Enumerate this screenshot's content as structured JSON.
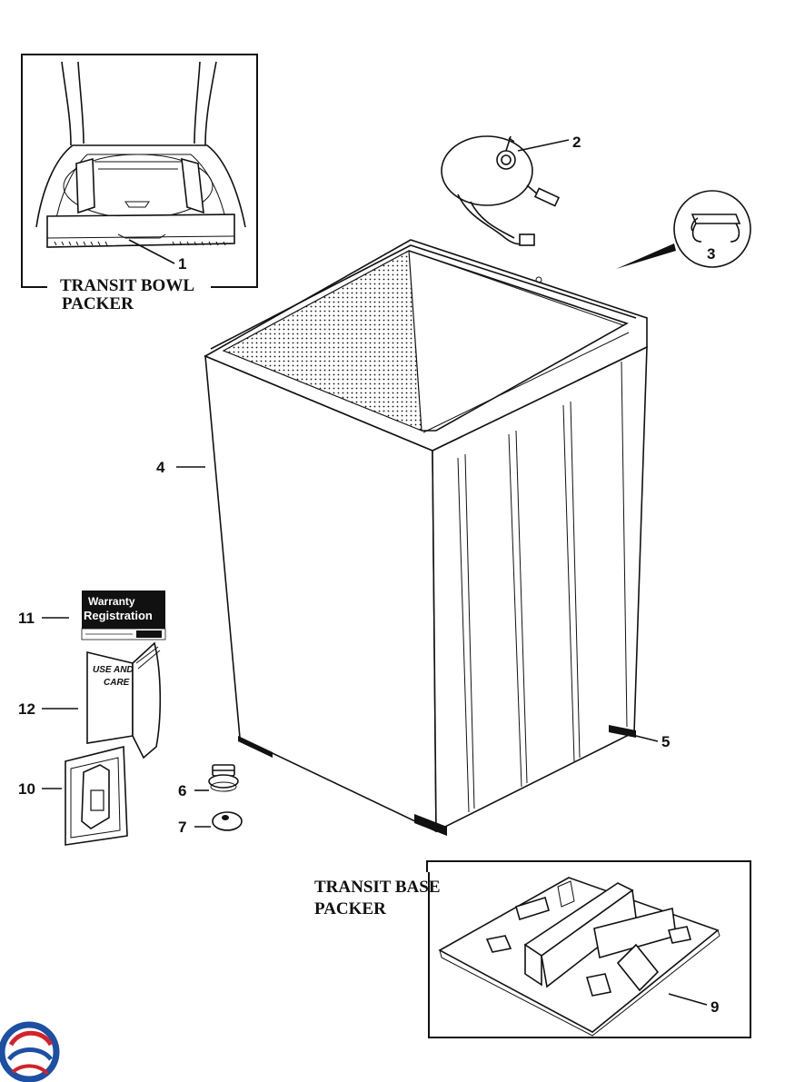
{
  "captions": {
    "bowl_packer_line1": "TRANSIT BOWL",
    "bowl_packer_line2": "PACKER",
    "base_packer_line1": "TRANSIT BASE",
    "base_packer_line2": "PACKER"
  },
  "callouts": {
    "c1": "1",
    "c2": "2",
    "c3": "3",
    "c4": "4",
    "c5": "5",
    "c6": "6",
    "c7": "7",
    "c9": "9",
    "c10": "10",
    "c11": "11",
    "c12": "12"
  },
  "warranty_card": {
    "line1": "Warranty",
    "line2": "Registration"
  },
  "manual": {
    "line1": "USE AND",
    "line2": "CARE"
  },
  "logo": {
    "blue": "#1d4fa3",
    "red": "#d2232a"
  }
}
